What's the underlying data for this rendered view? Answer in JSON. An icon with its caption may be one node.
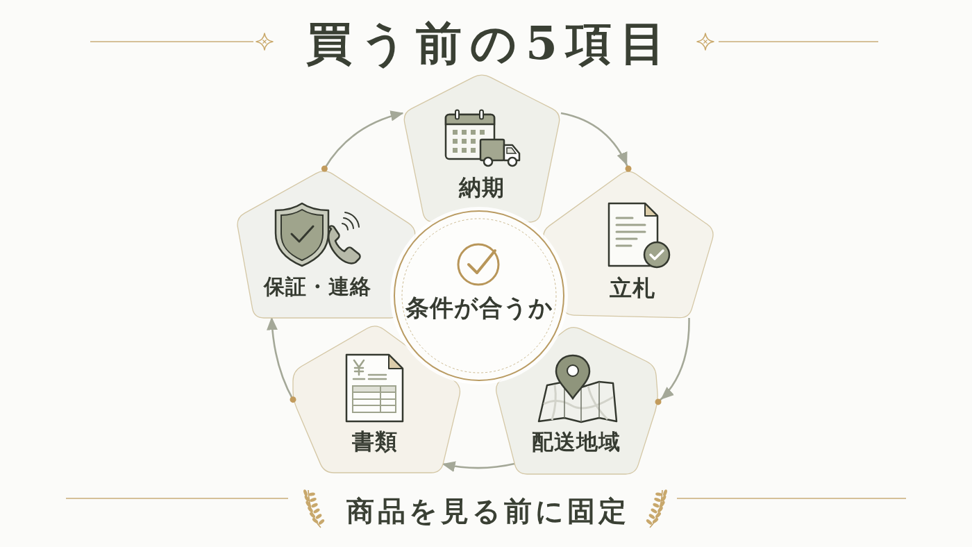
{
  "diagram": {
    "title": "買う前の5項目",
    "caption": "商品を見る前に固定",
    "nodes": [
      {
        "text": [
          "条件が合うか"
        ]
      },
      {
        "text": [
          "納期"
        ]
      },
      {
        "text": [
          "立札"
        ]
      },
      {
        "text": [
          "配送地域"
        ]
      },
      {
        "text": [
          "書類"
        ]
      },
      {
        "text": [
          "保証・連絡"
        ]
      }
    ],
    "edges": [
      {
        "from": 5,
        "to": 1,
        "arrow": "to"
      },
      {
        "from": 1,
        "to": 2,
        "arrow": "to"
      },
      {
        "from": 2,
        "to": 3,
        "arrow": "to"
      },
      {
        "from": 3,
        "to": 4,
        "arrow": "to"
      },
      {
        "from": 4,
        "to": 5,
        "arrow": "to"
      }
    ]
  }
}
